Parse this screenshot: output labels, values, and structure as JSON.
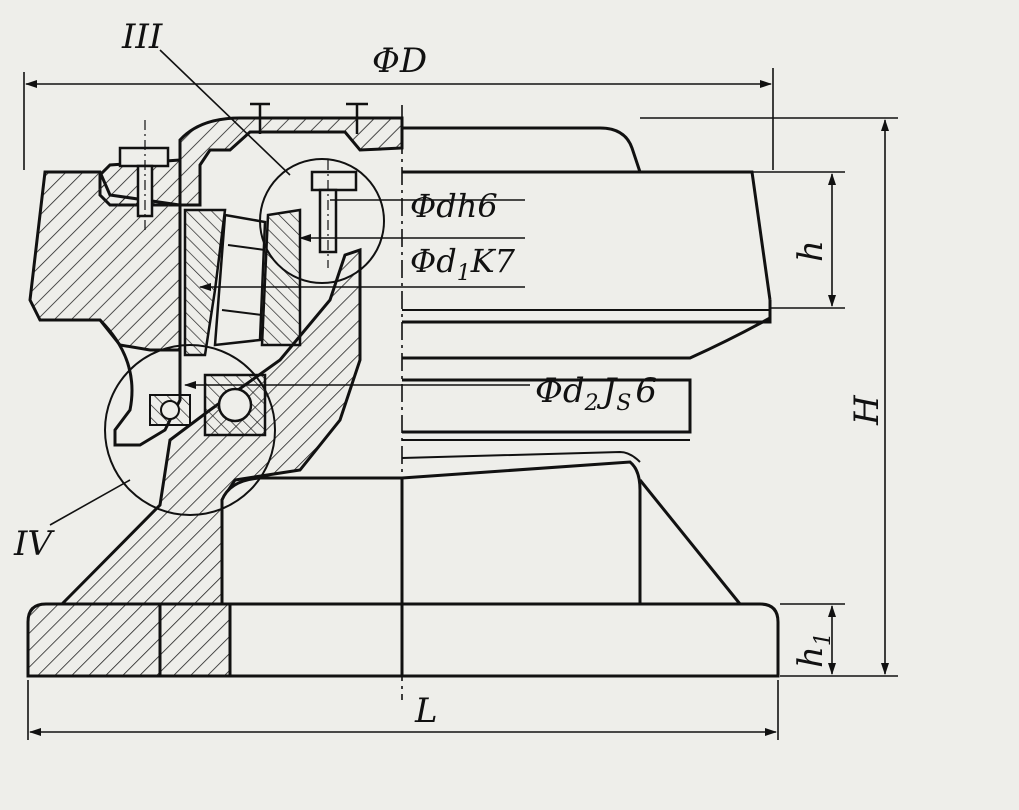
{
  "labels": {
    "diameter_D": "ΦD",
    "section_III": "III",
    "section_IV": "IV",
    "dim_d": "Φdh6",
    "dim_d1_main": "Φd",
    "dim_d1_sub": "1",
    "dim_d1_tol": "K7",
    "dim_d2_main": "Φd",
    "dim_d2_sub": "2",
    "dim_d2_js": "J",
    "dim_d2_js_sub": "S",
    "dim_d2_grade": "6",
    "height_h": "h",
    "height_H": "H",
    "height_h1_main": "h",
    "height_h1_sub": "1",
    "length_L": "L"
  },
  "colors": {
    "ink": "#111111",
    "paper": "#eeeeea",
    "hatch": "#222222"
  }
}
